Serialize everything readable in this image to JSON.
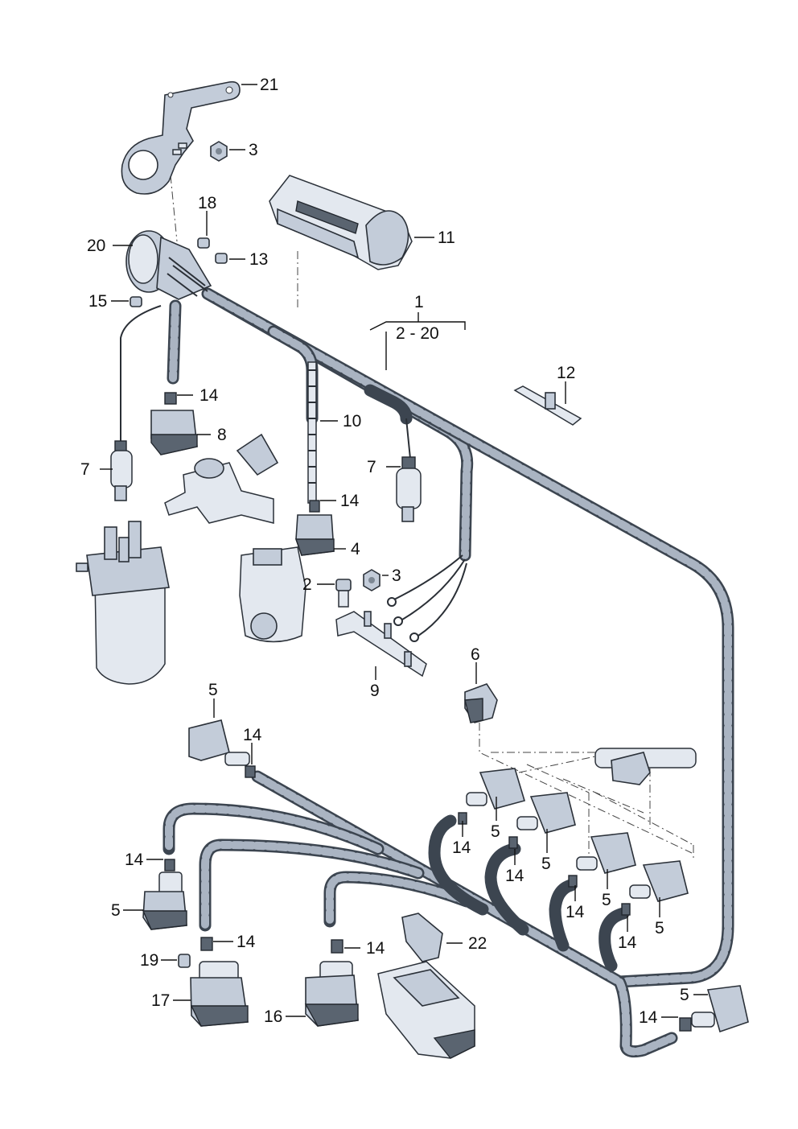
{
  "callouts": [
    {
      "id": "c21",
      "text": "21"
    },
    {
      "id": "c3a",
      "text": "3"
    },
    {
      "id": "c18",
      "text": "18"
    },
    {
      "id": "c20",
      "text": "20"
    },
    {
      "id": "c13",
      "text": "13"
    },
    {
      "id": "c11",
      "text": "11"
    },
    {
      "id": "c15",
      "text": "15"
    },
    {
      "id": "c1",
      "text": "1"
    },
    {
      "id": "c2_20",
      "text": "2 - 20"
    },
    {
      "id": "c14a",
      "text": "14"
    },
    {
      "id": "c10",
      "text": "10"
    },
    {
      "id": "c12",
      "text": "12"
    },
    {
      "id": "c8",
      "text": "8"
    },
    {
      "id": "c7a",
      "text": "7"
    },
    {
      "id": "c7b",
      "text": "7"
    },
    {
      "id": "c14b",
      "text": "14"
    },
    {
      "id": "c4",
      "text": "4"
    },
    {
      "id": "c2",
      "text": "2"
    },
    {
      "id": "c3b",
      "text": "3"
    },
    {
      "id": "c6",
      "text": "6"
    },
    {
      "id": "c9",
      "text": "9"
    },
    {
      "id": "c5a",
      "text": "5"
    },
    {
      "id": "c14c",
      "text": "14"
    },
    {
      "id": "c5b",
      "text": "5"
    },
    {
      "id": "c14d",
      "text": "14"
    },
    {
      "id": "c5c",
      "text": "5"
    },
    {
      "id": "c14e",
      "text": "14"
    },
    {
      "id": "c14f",
      "text": "14"
    },
    {
      "id": "c5d",
      "text": "5"
    },
    {
      "id": "c14g",
      "text": "14"
    },
    {
      "id": "c5e",
      "text": "5"
    },
    {
      "id": "c5f",
      "text": "5"
    },
    {
      "id": "c14h",
      "text": "14"
    },
    {
      "id": "c5g",
      "text": "5"
    },
    {
      "id": "c14i",
      "text": "14"
    },
    {
      "id": "c14j",
      "text": "14"
    },
    {
      "id": "c22",
      "text": "22"
    },
    {
      "id": "c19",
      "text": "19"
    },
    {
      "id": "c17",
      "text": "17"
    },
    {
      "id": "c16",
      "text": "16"
    },
    {
      "id": "c5h",
      "text": "5"
    },
    {
      "id": "c14k",
      "text": "14"
    }
  ]
}
